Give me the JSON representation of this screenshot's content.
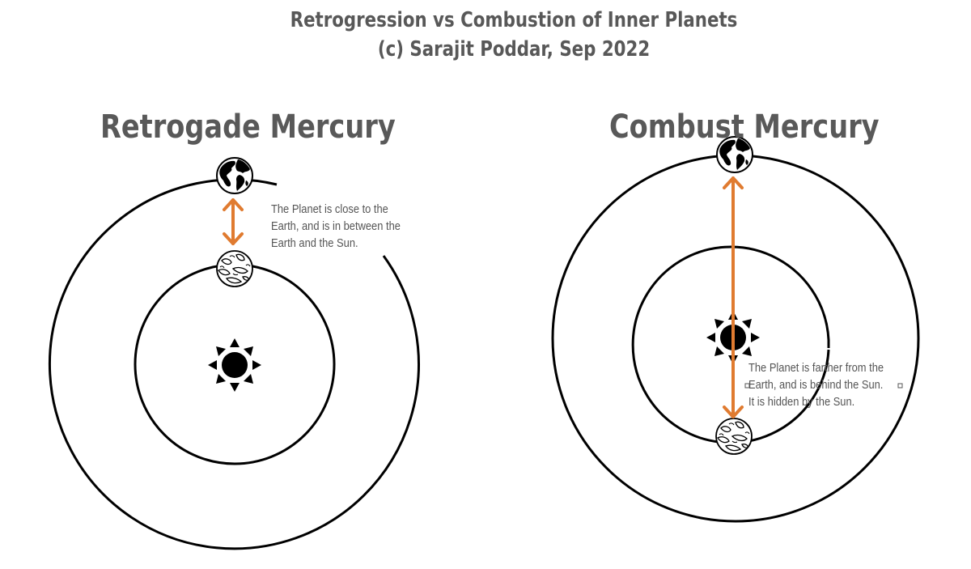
{
  "title": {
    "line1": "Retrogression vs Combustion of Inner Planets",
    "line2": "(c) Sarajit Poddar, Sep 2022"
  },
  "panels": [
    {
      "heading": "Retrogade Mercury",
      "note": [
        "The Planet is close to the",
        "Earth, and is in between the",
        "Earth and the Sun."
      ]
    },
    {
      "heading": "Combust Mercury",
      "note": [
        "The Planet is farther from the",
        "Earth, and is behind the Sun.",
        "It is hidden by the Sun."
      ]
    }
  ],
  "colors": {
    "arrow": "#E07B30",
    "text": "#585858",
    "orbit": "#000000"
  },
  "icons": [
    "earth-icon",
    "mercury-icon",
    "sun-icon"
  ]
}
